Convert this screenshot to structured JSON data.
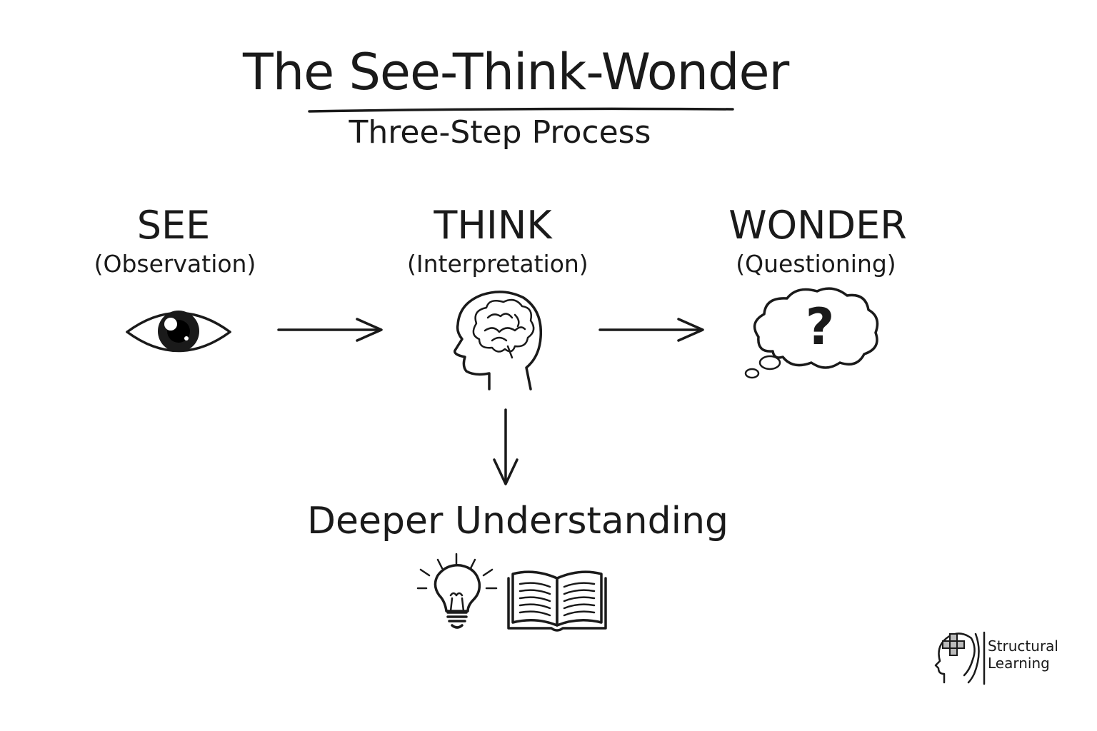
{
  "title": "The See-Think-Wonder",
  "subtitle": "Three-Step Process",
  "steps": [
    {
      "name": "SEE",
      "description": "(Observation)",
      "icon": "eye-icon"
    },
    {
      "name": "THINK",
      "description": "(Interpretation)",
      "icon": "brain-head-icon"
    },
    {
      "name": "WONDER",
      "description": "(Questioning)",
      "icon": "thought-cloud-question-icon"
    }
  ],
  "outcome": {
    "label": "Deeper Understanding",
    "icons": [
      "lightbulb-icon",
      "open-book-icon"
    ]
  },
  "brand": {
    "line1": "Structural",
    "line2": "Learning",
    "icon": "structural-learning-logo"
  },
  "question_mark": "?"
}
